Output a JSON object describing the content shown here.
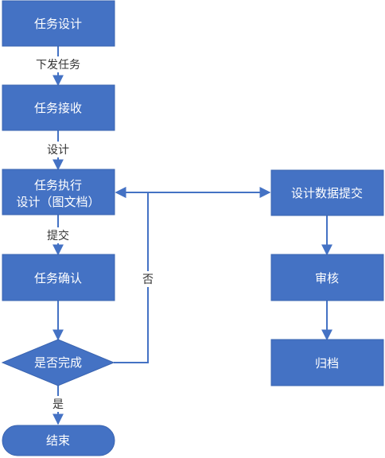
{
  "colors": {
    "node_fill": "#4472C4",
    "node_stroke": "#3A64B0",
    "edge": "#4472C4",
    "node_text": "#FFFFFF",
    "edge_label": "#333333"
  },
  "nodes": {
    "task_design": "任务设计",
    "task_receive": "任务接收",
    "task_execute_line1": "任务执行",
    "task_execute_line2": "设计（图文档）",
    "task_confirm": "任务确认",
    "decision_complete": "是否完成",
    "end": "结束",
    "submit_design_data": "设计数据提交",
    "review": "审核",
    "archive": "归档"
  },
  "edges": {
    "issue_task": "下发任务",
    "design": "设计",
    "submit": "提交",
    "no": "否",
    "yes": "是"
  }
}
